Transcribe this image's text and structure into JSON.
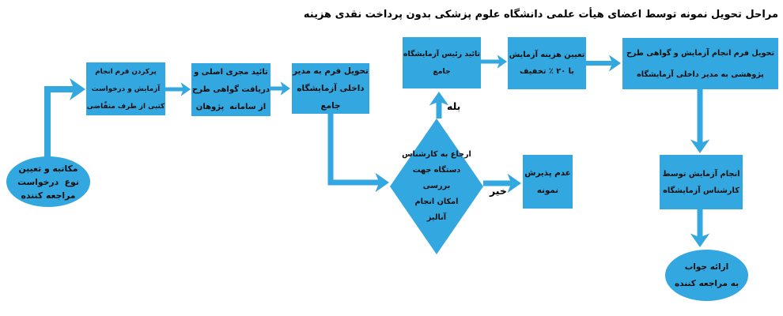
{
  "title": "مراحل تحویل نمونه توسط اعضای هیأت علمی دانشگاه علوم پزشکی بدون پرداخت نقدی هزینه",
  "colors": {
    "shape_fill": "#33a7df",
    "arrow": "#33a7df",
    "text": "#0f0f0f",
    "background": "#ffffff"
  },
  "nodes": {
    "start": {
      "shape": "ellipse",
      "text": "مکاتبه و تعیین\nنوع  درخواست\nمراجعه کننده"
    },
    "fillform": {
      "shape": "process",
      "text": "پرکردن فرم انجام\nآزمایش و درخواست\nکتبی از طرف متقّاضی"
    },
    "approve": {
      "shape": "process",
      "text": "تائید مجری اصلی و\nدریافت گواهی طرح\nاز سامانه  پژوهان"
    },
    "deliver1": {
      "shape": "process",
      "text": "تحویل فرم به مدیر\nداخلی آزمایشگاه\nجامع"
    },
    "decision": {
      "shape": "decision",
      "text": "ارجاع به کارشناس\nدستگاه جهت\nبررسی\nامکان انجام\nآنالیز"
    },
    "headok": {
      "shape": "process",
      "text": "تائید رئیس آزمایشگاه\nجامع"
    },
    "cost": {
      "shape": "process",
      "text": "تعیین هزینه آزمایش\nبا ۲۰ ٪ تخفیف"
    },
    "reject": {
      "shape": "process",
      "text": "عدم پذیرش\nنمونه"
    },
    "deliver2": {
      "shape": "process",
      "text": "تحویل فرم انجام آزمایش و گواهی طرح\nپژوهشی به مدیر داخلی آزمایشگاه"
    },
    "perform": {
      "shape": "process",
      "text": "انجام آزمایش توسط\nکارشناس آزمایشگاه"
    },
    "answer": {
      "shape": "ellipse",
      "text": "ارائه جواب\nبه مراجعه کننده"
    }
  },
  "edge_labels": {
    "yes": "بله",
    "no": "خیر"
  },
  "edges": [
    {
      "from": "start",
      "to": "fillform"
    },
    {
      "from": "fillform",
      "to": "approve"
    },
    {
      "from": "approve",
      "to": "deliver1"
    },
    {
      "from": "deliver1",
      "to": "decision"
    },
    {
      "from": "decision",
      "to": "headok",
      "label": "بله"
    },
    {
      "from": "decision",
      "to": "reject",
      "label": "خیر"
    },
    {
      "from": "headok",
      "to": "cost"
    },
    {
      "from": "cost",
      "to": "deliver2"
    },
    {
      "from": "deliver2",
      "to": "perform"
    },
    {
      "from": "perform",
      "to": "answer"
    }
  ]
}
